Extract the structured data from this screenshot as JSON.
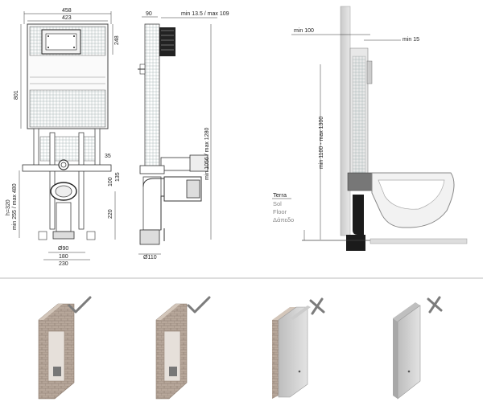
{
  "front_view": {
    "dims": {
      "width_total": "458",
      "width_inner": "423",
      "height_top": "248",
      "height_total": "801",
      "offset_35": "35",
      "offset_100": "100",
      "offset_135": "135",
      "dim_220": "220",
      "h_320": "h=320",
      "min255_max480": "min 255 / max 480",
      "dia90": "Ø90",
      "w180": "180",
      "w230": "230"
    }
  },
  "side_view": {
    "dims": {
      "depth_90": "90",
      "min_max_depth": "min 13.5 / max 109",
      "min_max_height": "min 1056 / max 1280",
      "dia110": "Ø110"
    }
  },
  "install_view": {
    "dims": {
      "min100": "min 100",
      "min15": "min 15",
      "min1100_max1300": "min 1100 - max 1300"
    },
    "floor_labels": [
      "Terra",
      "Sol",
      "Floor",
      "Δάπεδο"
    ]
  },
  "wall_options": [
    {
      "name": "brick-wall-full",
      "mark": "check"
    },
    {
      "name": "brick-wall-thin",
      "mark": "check"
    },
    {
      "name": "drywall-board",
      "mark": "cross"
    },
    {
      "name": "single-panel",
      "mark": "cross"
    }
  ]
}
